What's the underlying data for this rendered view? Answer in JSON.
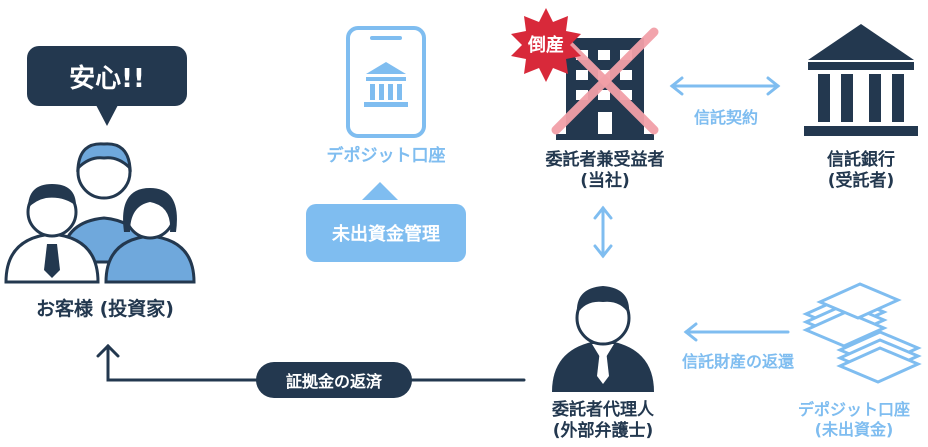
{
  "callout_relief": "安心!!",
  "customers": {
    "label": "お客様 (投資家)"
  },
  "deposit_account_top": {
    "label": "デポジット口座"
  },
  "segregated_management": {
    "label": "未出資金管理"
  },
  "trustor": {
    "line1": "委託者兼受益者",
    "line2": "(当社)",
    "bankrupt_badge": "倒産"
  },
  "trust_contract": {
    "label": "信託契約"
  },
  "trust_bank": {
    "line1": "信託銀行",
    "line2": "(受託者)"
  },
  "agent": {
    "line1": "委託者代理人",
    "line2": "(外部弁護士)"
  },
  "trust_property_return": {
    "label": "信託財産の返還"
  },
  "deposit_account_bottom": {
    "line1": "デポジット口座",
    "line2": "(未出資金)"
  },
  "margin_refund": {
    "label": "証拠金の返済"
  },
  "colors": {
    "navy": "#23384f",
    "light_blue": "#7fbdf0",
    "pink": "#f2a0a8",
    "burst_red": "#d8293a"
  }
}
